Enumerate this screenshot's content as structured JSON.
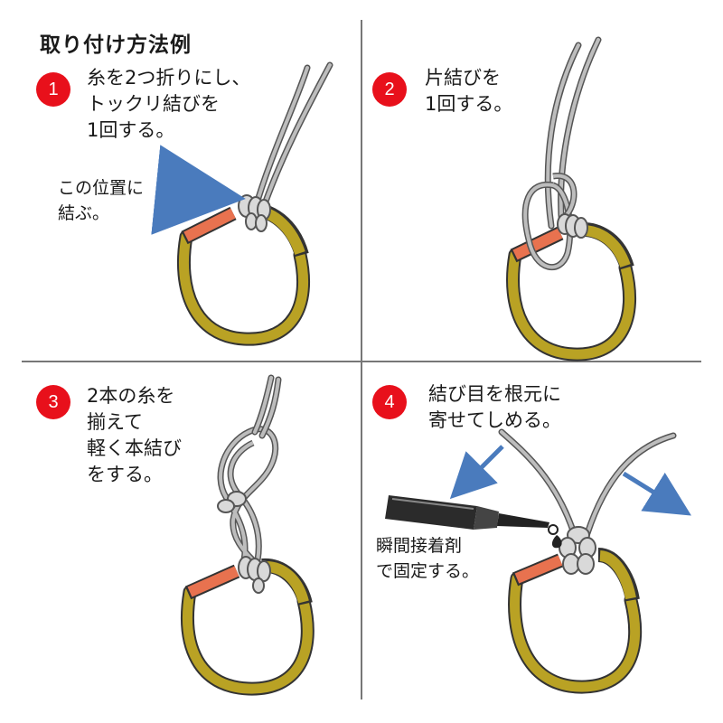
{
  "title": "取り付け方法例",
  "colors": {
    "badge": "#e8101b",
    "ring": "#b9a224",
    "ring_outline": "#333333",
    "tube": "#e8724f",
    "line": "#9a9a9a",
    "arrow": "#4a7bbd"
  },
  "steps": [
    {
      "number": "1",
      "text": "糸を2つ折りにし、\nトックリ結びを\n1回する。",
      "note": "この位置に\n結ぶ。"
    },
    {
      "number": "2",
      "text": "片結びを\n1回する。"
    },
    {
      "number": "3",
      "text": "2本の糸を\n揃えて\n軽く本結び\nをする。"
    },
    {
      "number": "4",
      "text": "結び目を根元に\n寄せてしめる。",
      "note": "瞬間接着剤\nで固定する。"
    }
  ]
}
